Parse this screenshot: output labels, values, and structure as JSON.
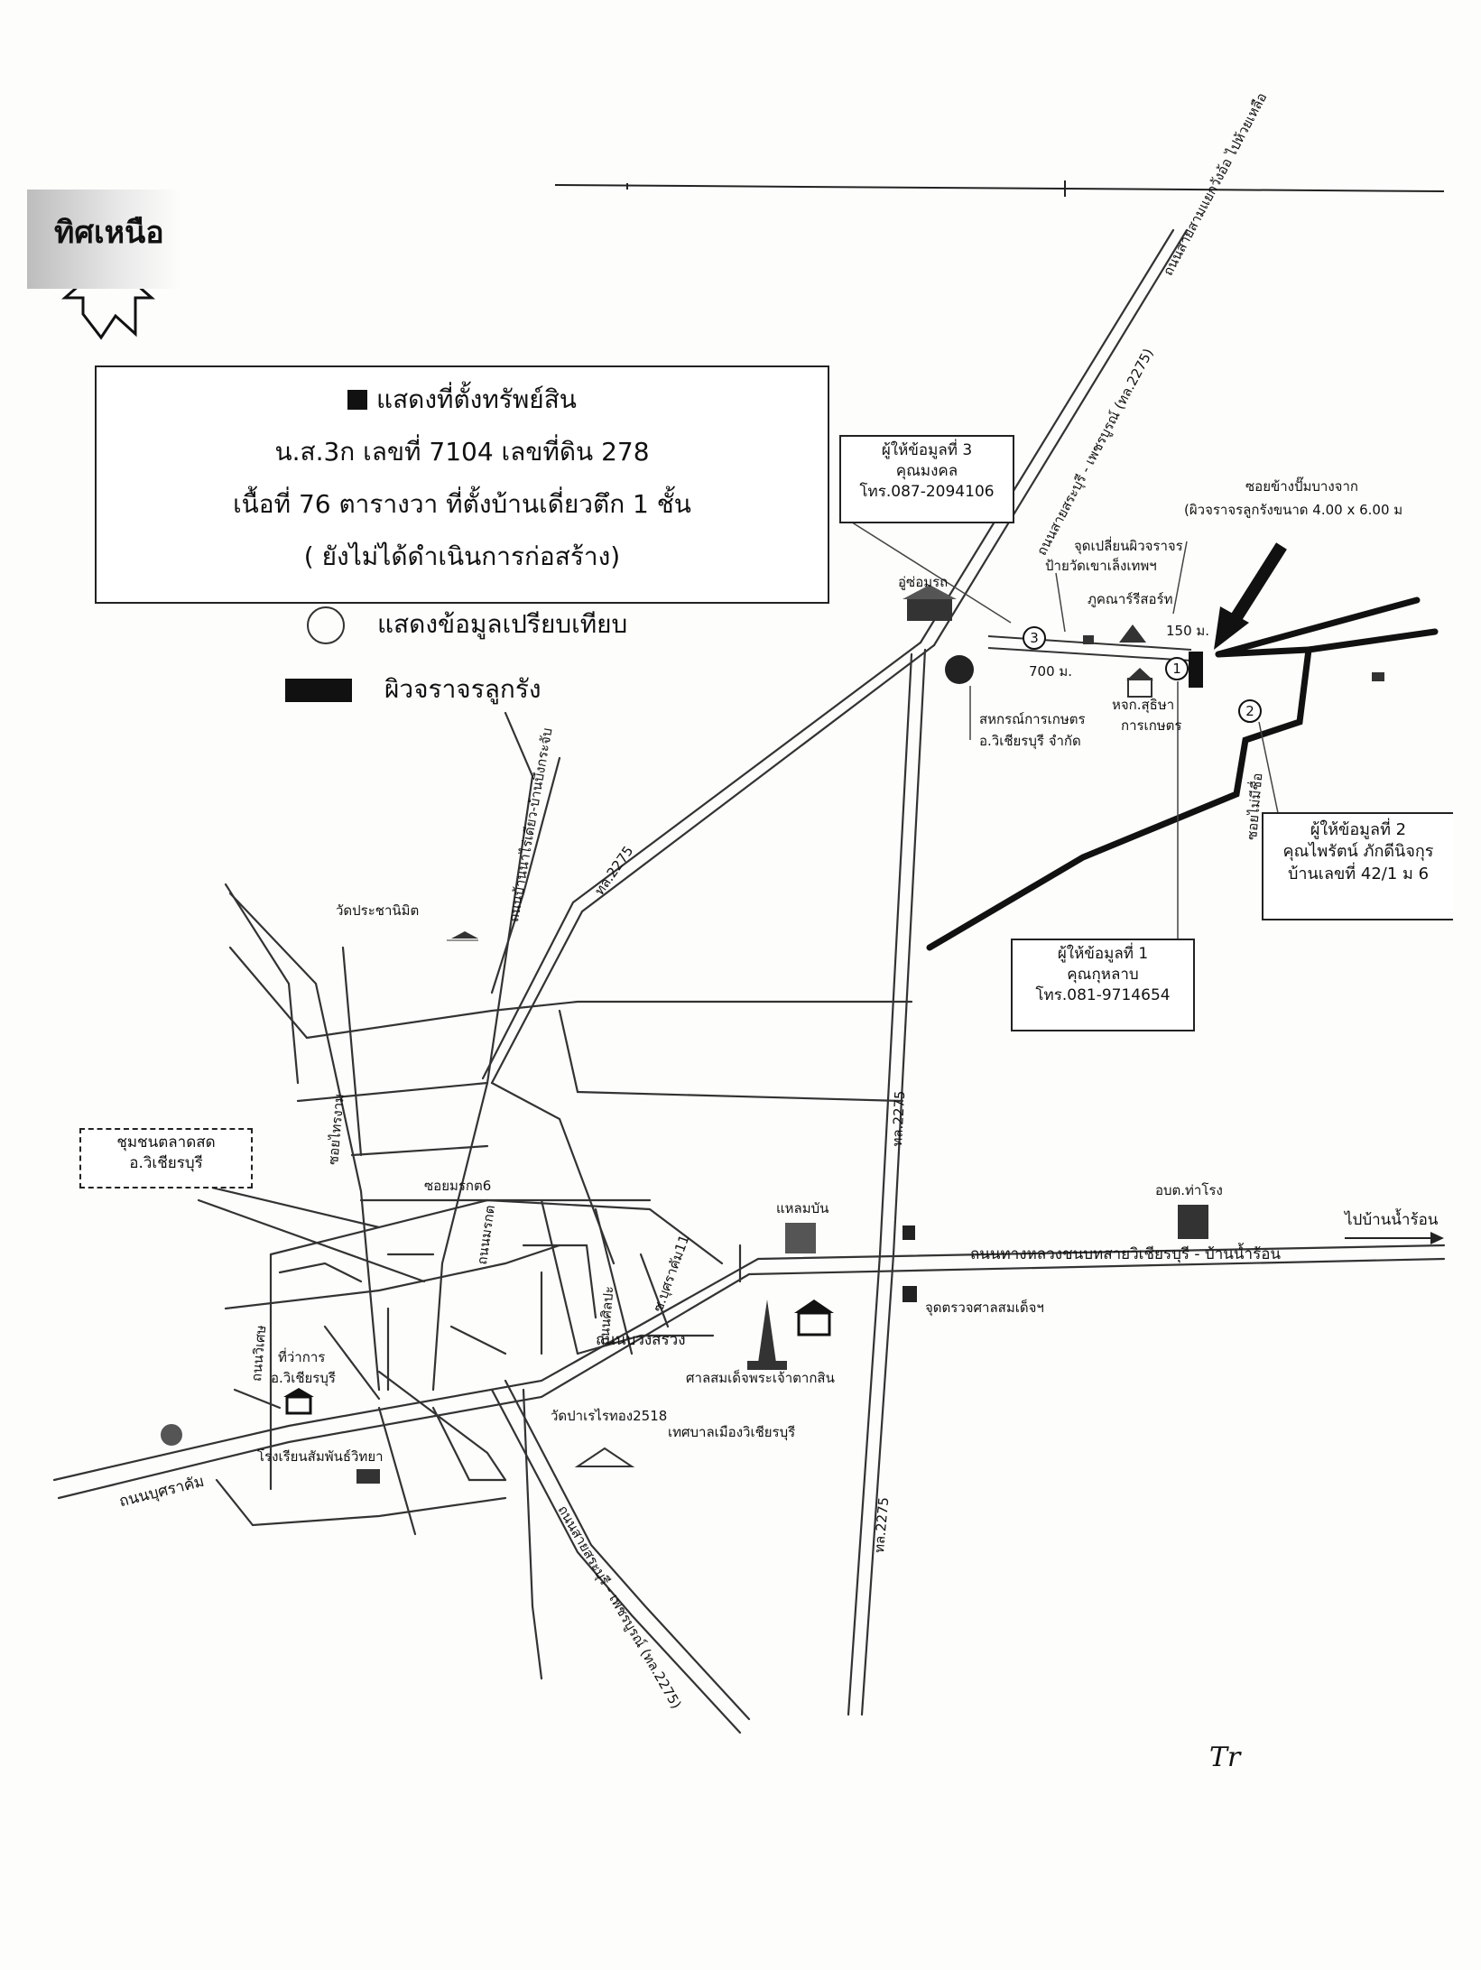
{
  "compass": {
    "title": "ทิศเหนือ"
  },
  "legend": {
    "property_label": "แสดงที่ตั้งทรัพย์สิน",
    "deed_line": "น.ส.3ก เลขที่ 7104 เลขที่ดิน 278",
    "area_line": "เนื้อที่  76 ตารางวา  ที่ตั้งบ้านเดี่ยวตึก 1 ชั้น",
    "status_line": "( ยังไม่ได้ดำเนินการก่อสร้าง)",
    "comparison_label": "แสดงข้อมูลเปรียบเทียบ",
    "laterite_label": "ผิวจราจรลูกรัง"
  },
  "informants": {
    "i1": {
      "title": "ผู้ให้ข้อมูลที่ 1",
      "name": "คุณกุหลาบ",
      "phone": "โทร.081-9714654"
    },
    "i2": {
      "title": "ผู้ให้ข้อมูลที่ 2",
      "name": "คุณไพรัตน์ ภักดีนิจกุร",
      "address": "บ้านเลขที่ 42/1 ม 6"
    },
    "i3": {
      "title": "ผู้ให้ข้อมูลที่ 3",
      "name": "คุณมงคล",
      "phone": "โทร.087-2094106"
    }
  },
  "markers": {
    "m1": "1",
    "m2": "2",
    "m3": "3"
  },
  "labels": {
    "soi_note_1": "ซอยข้างปั๊มบางจาก",
    "soi_note_2": "(ผิวจราจรลูกรังขนาด 4.00 x 6.00 ม",
    "surface_change_1": "จุดเปลี่ยนผิวจราจร",
    "surface_change_2": "ป้ายวัดเขาเล็งเทพฯ",
    "shop_resort": "ภูคณาร์รีสอร์ท",
    "dist_150": "150 ม.",
    "dist_700": "700 ม.",
    "garage": "อู่ซ่อมรถ",
    "farm_shop_1": "หจก.สุธิษา",
    "farm_shop_2": "การเกษตร",
    "coop_1": "สหกรณ์การเกษตร",
    "coop_2": "อ.วิเชียรบุรี จำกัด",
    "soi_mai_sit": "ซอยไม่มีชื่อ",
    "road_northeast": "ถนนสายสามแยกวังอ้อ ไปห้วยเหลือ",
    "road_2275_1": "ถนนสายสระบุรี - เพชรบูรณ์ (ทล.2275)",
    "hwy_2275_a": "ทล.2275",
    "hwy_2275_b": "ทล.2275",
    "temple_pracha": "วัดประชานิมิต",
    "road_north_village": "ถนนบ้านนาไร่เดียว-บ้านบึงกระจับ",
    "community": "ชุมชนตลาดสด",
    "community_2": "อ.วิเชียรบุรี",
    "soi_sri": "ซอยไทรงาม",
    "soi_morakot6": "ซอยมรกต6",
    "road_morakot": "ถนนมรกต",
    "obt": "อบต.ท่าโรง",
    "to_ban_namron": "ไปบ้านน้ำร้อน",
    "road_highway": "ถนนทางหลวงชนบทสายวิเชียรบุรี - บ้านน้ำร้อน",
    "checkpoint": "จุดตรวจศาลสมเด็จฯ",
    "monument": "แหลมบัน",
    "soi_bussarakham": "ซ.บุศราคัม11",
    "road_bong_sarong": "ถนนบวงสรวง",
    "shrine": "ศาลสมเด็จพระเจ้าตากสิน",
    "municipality": "เทศบาลเมืองวิเชียรบุรี",
    "temple_2518": "วัดปาเรไรทอง2518",
    "district_office_1": "ที่ว่าการ",
    "district_office_2": "อ.วิเชียรบุรี",
    "school": "โรงเรียนสัมพันธ์วิทยา",
    "road_bussarakham": "ถนนบุศราคัม",
    "road_south": "ถนนสายสระบุรี - เพชรบูรณ์ (ทล.2275)",
    "hwy_2275_c": "ทล.2275",
    "road_wiset": "ถนนวิเศษ",
    "road_tanon": "ถนนศิลปะ",
    "sign_mark": "Tr"
  }
}
